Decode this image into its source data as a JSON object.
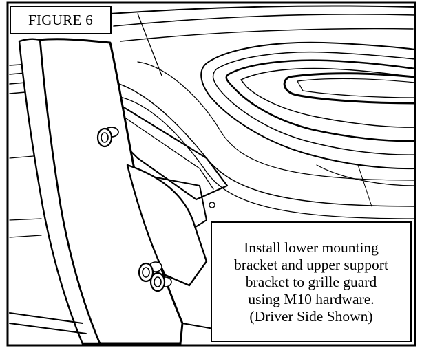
{
  "figure": {
    "label": "FIGURE 6"
  },
  "callout": {
    "lines": [
      "Install lower mounting",
      "bracket and upper support",
      "bracket to grille guard",
      "using M10 hardware.",
      "(Driver Side Shown)"
    ]
  },
  "drawing": {
    "subject": "grille guard lower mounting bracket with upper support bracket, driver side",
    "hardware": [
      "upper bolt",
      "lower bolt pair"
    ]
  }
}
